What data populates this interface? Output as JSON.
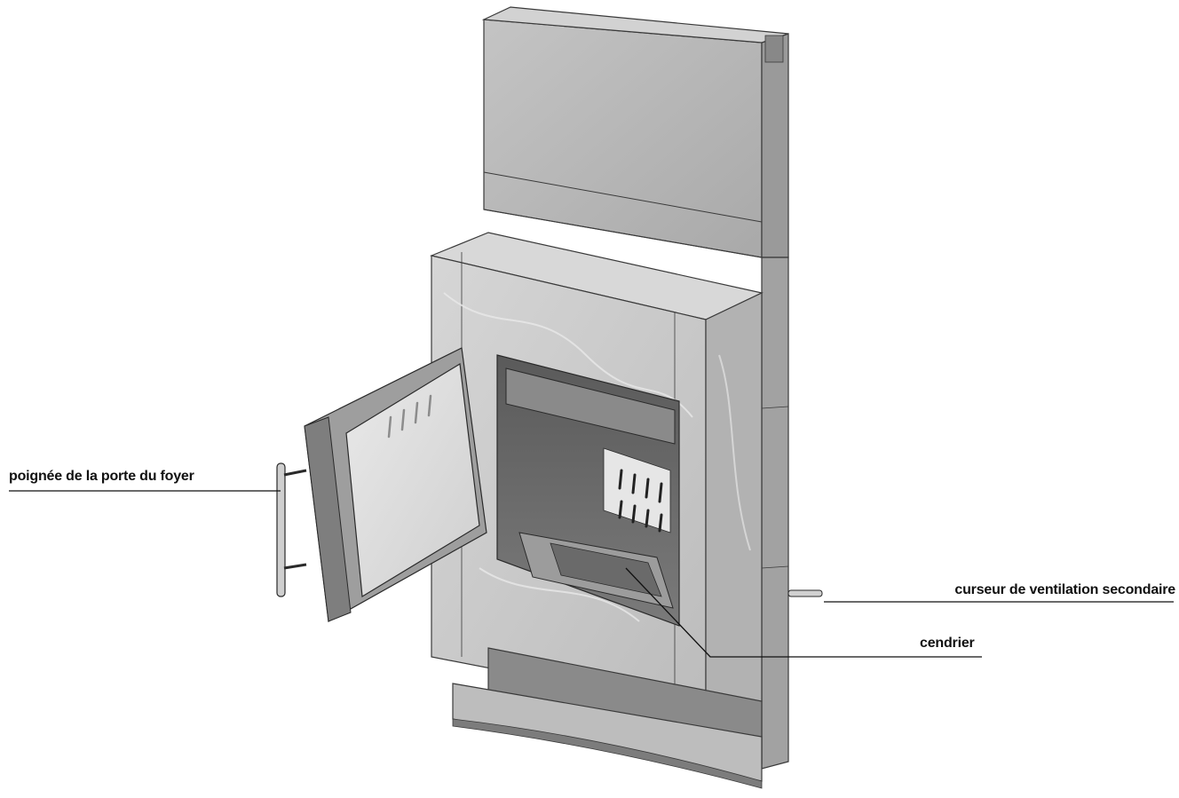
{
  "callouts": {
    "door_handle": "poignée de la porte du foyer",
    "secondary_air_slider": "curseur de ventilation secondaire",
    "ash_pan": "cendrier"
  },
  "colors": {
    "steel_light": "#bdbdbd",
    "steel_mid": "#a8a8a8",
    "steel_dark": "#8e8e8e",
    "stone": "#c9c9c9",
    "firebox": "#6e6e6e",
    "outline": "#3a3a3a"
  }
}
